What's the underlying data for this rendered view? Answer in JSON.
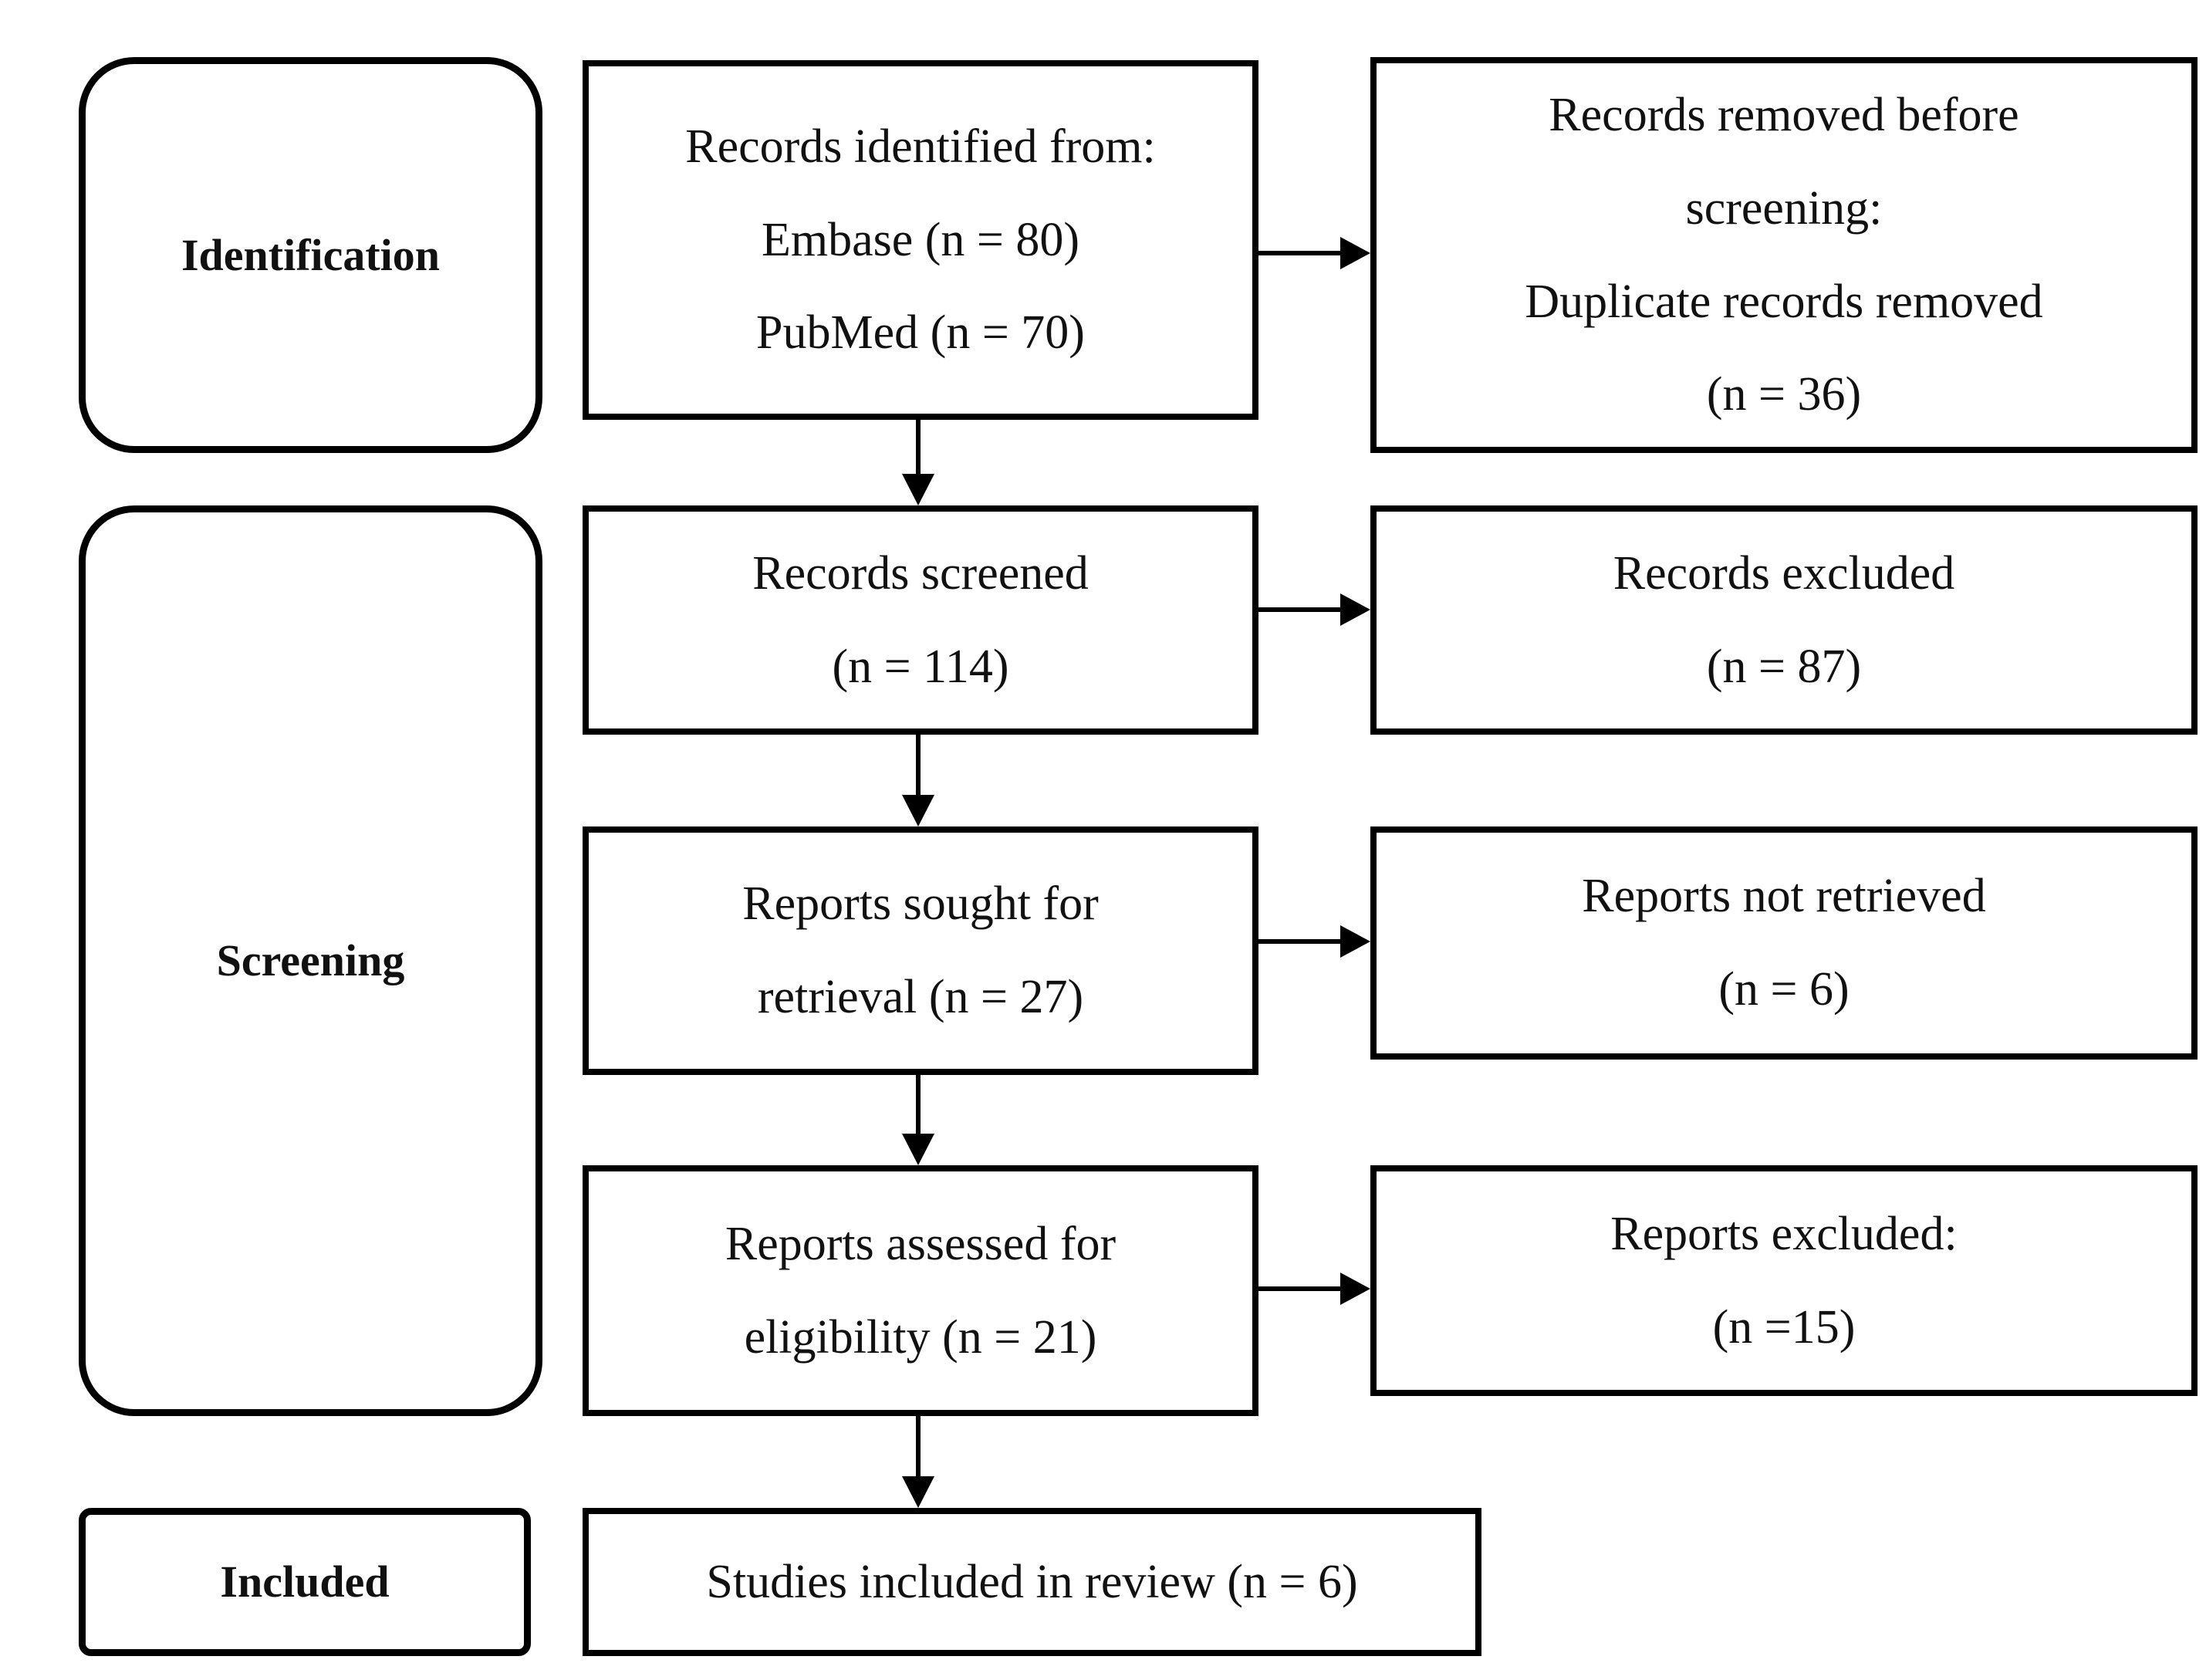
{
  "stages": [
    {
      "label": "Identification"
    },
    {
      "label": "Screening"
    },
    {
      "label": "Included"
    }
  ],
  "flow": [
    {
      "lines": [
        "Records identified from:",
        "Embase (n = 80)",
        "PubMed (n = 70)"
      ]
    },
    {
      "lines": [
        "Records screened",
        "(n = 114)"
      ]
    },
    {
      "lines": [
        "Reports sought for",
        "retrieval (n = 27)"
      ]
    },
    {
      "lines": [
        "Reports assessed for",
        "eligibility (n = 21)"
      ]
    },
    {
      "lines": [
        "Studies included in review (n = 6)"
      ]
    }
  ],
  "exclusions": [
    {
      "lines": [
        "Records removed before",
        "screening:",
        "Duplicate records removed",
        "(n = 36)"
      ]
    },
    {
      "lines": [
        "Records excluded",
        "(n = 87)"
      ]
    },
    {
      "lines": [
        "Reports not retrieved",
        "(n = 6)"
      ]
    },
    {
      "lines": [
        "Reports excluded:",
        "(n =15)"
      ]
    }
  ],
  "counts": {
    "embase": 80,
    "pubmed": 70,
    "duplicates_removed": 36,
    "records_screened": 114,
    "records_excluded": 87,
    "reports_sought": 27,
    "reports_not_retrieved": 6,
    "reports_assessed": 21,
    "reports_excluded": 15,
    "studies_included": 6
  },
  "colors": {
    "border": "#000000",
    "text": "#111111",
    "background": "#ffffff"
  }
}
